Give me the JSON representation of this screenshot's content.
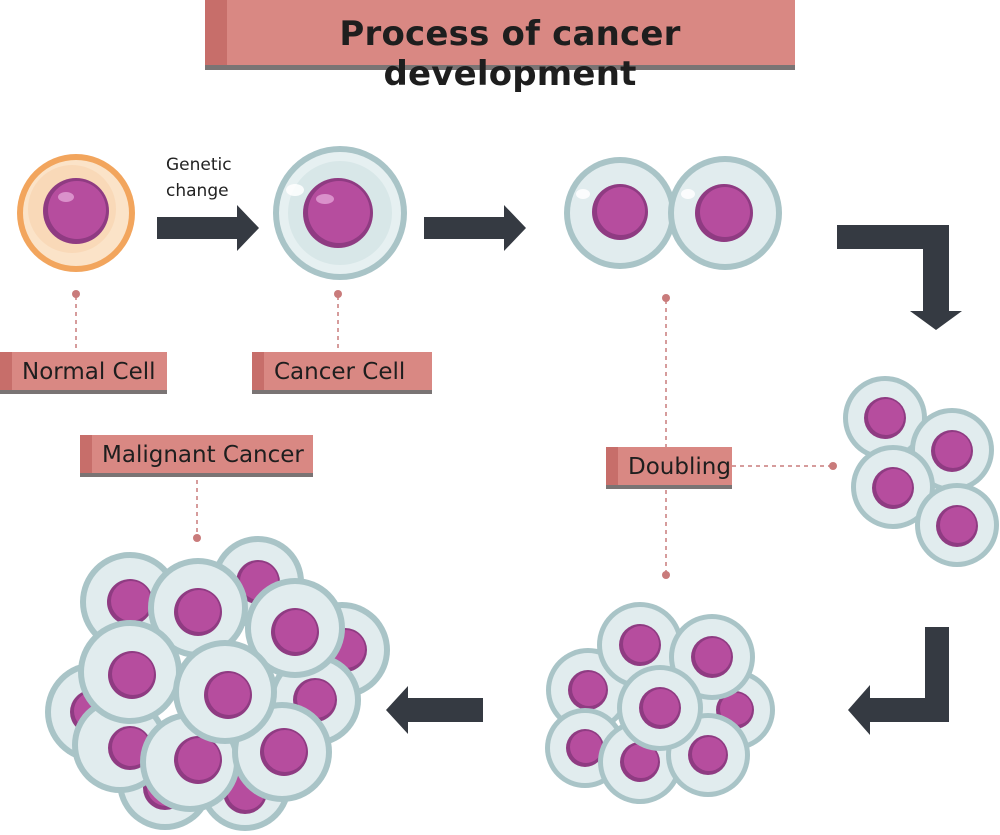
{
  "title": "Process of cancer development",
  "transition_label": "Genetic change",
  "labels": {
    "normal_cell": "Normal Cell",
    "cancer_cell": "Cancer Cell",
    "doubling": "Doubling",
    "malignant": "Malignant Cancer"
  },
  "colors": {
    "banner": "#d98883",
    "banner_accent": "#c76e6a",
    "banner_shadow": "#7a7474",
    "arrow": "#353a42",
    "nucleus": "#b64d9e",
    "cell_membrane": "#dde9ea",
    "cell_outline": "#a9c4c7",
    "normal_cell_fill": "#fbdcc0",
    "normal_cell_rim": "#f2a55d",
    "leader_line": "#c97b7b"
  }
}
